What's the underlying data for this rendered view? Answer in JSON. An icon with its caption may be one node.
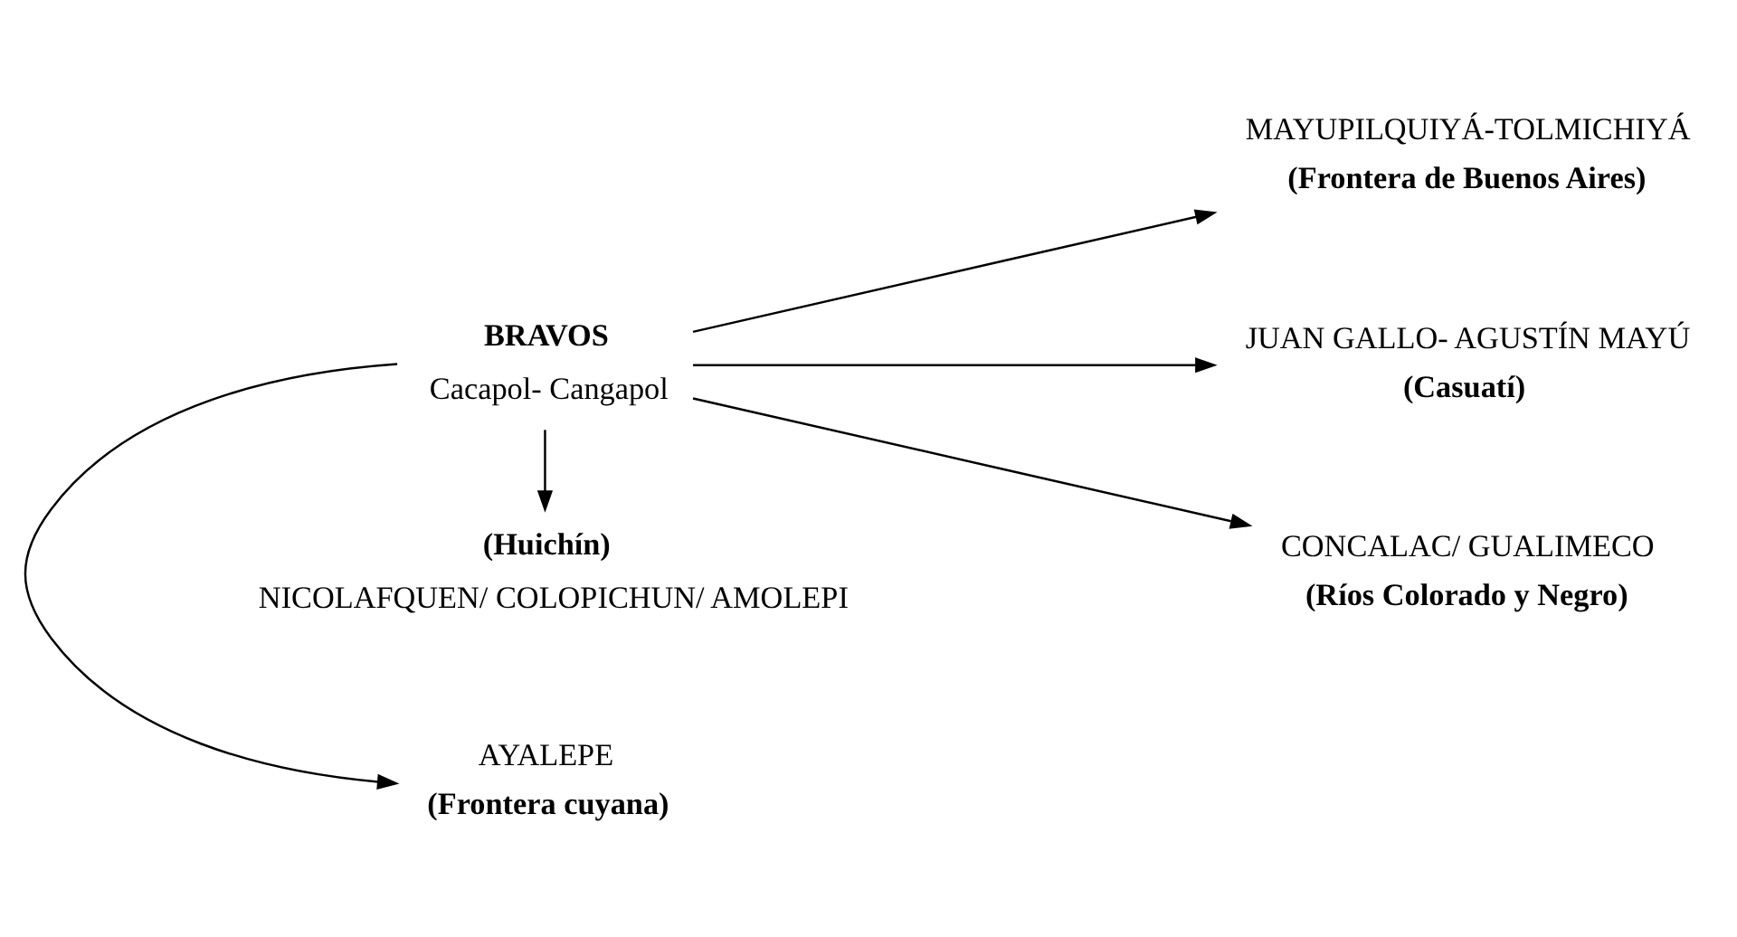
{
  "diagram": {
    "nodes": [
      {
        "text": [
          "MAYUPILQUIYÁ-TOLMICHIYÁ",
          "(Frontera de Buenos Aires)"
        ]
      },
      {
        "text": [
          "AYALEPE",
          "(Frontera cuyana)"
        ]
      },
      {
        "text": [
          "JUAN GALLO- AGUSTÍN MAYÚ",
          "(Casuatí)"
        ]
      },
      {
        "text": [
          "BRAVOS",
          "Cacapol- Cangapol"
        ]
      },
      {
        "text": [
          "CONCALAC/ GUALIMECO",
          "(Ríos Colorado y Negro)"
        ]
      },
      {
        "text": [
          "(Huichín)",
          "NICOLAFQUEN/ COLOPICHUN/ AMOLEPI"
        ]
      }
    ],
    "edges": [
      {
        "from": 3,
        "to": 1,
        "arrow": "to"
      },
      {
        "from": 3,
        "to": 0,
        "arrow": "to"
      },
      {
        "from": 3,
        "to": 2,
        "arrow": "to"
      },
      {
        "from": 3,
        "to": 4,
        "arrow": "to"
      },
      {
        "from": 3,
        "to": 5,
        "arrow": "to"
      }
    ]
  }
}
